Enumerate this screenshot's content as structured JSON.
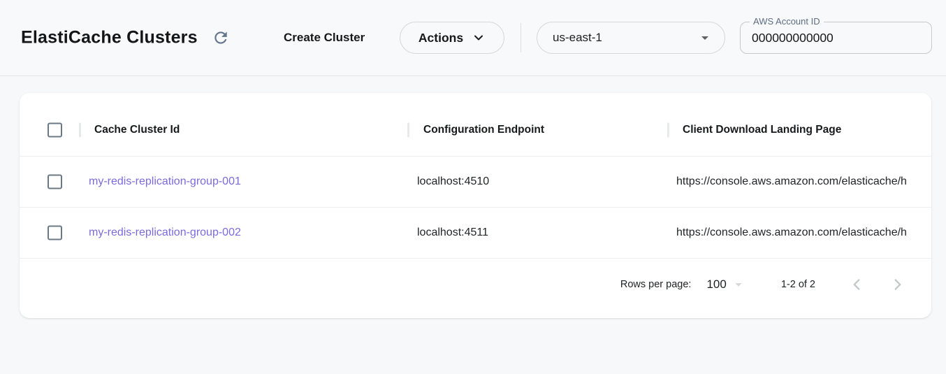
{
  "header": {
    "title": "ElastiCache Clusters",
    "create_cluster_label": "Create Cluster",
    "actions_label": "Actions",
    "region_selected": "us-east-1",
    "account_id_label": "AWS Account ID",
    "account_id_value": "000000000000"
  },
  "table": {
    "columns": [
      "Cache Cluster Id",
      "Configuration Endpoint",
      "Client Download Landing Page"
    ],
    "rows": [
      {
        "cache_cluster_id": "my-redis-replication-group-001",
        "configuration_endpoint": "localhost:4510",
        "client_download_landing_page": "https://console.aws.amazon.com/elasticache/h"
      },
      {
        "cache_cluster_id": "my-redis-replication-group-002",
        "configuration_endpoint": "localhost:4511",
        "client_download_landing_page": "https://console.aws.amazon.com/elasticache/h"
      }
    ]
  },
  "pagination": {
    "rows_per_page_label": "Rows per page:",
    "rows_per_page_value": "100",
    "range_label": "1-2 of 2"
  },
  "icons": {
    "refresh": "circular-arrow-clockwise",
    "actions_caret": "chevron-down",
    "region_caret": "triangle-down",
    "rows_per_page_caret": "triangle-down",
    "previous_page": "chevron-left",
    "next_page": "chevron-right"
  },
  "colors": {
    "link": "#7c6adc",
    "slate_icon": "#64748b",
    "muted_chevron": "#c5c7ca",
    "page_background": "#f7f8f9",
    "card_background": "#ffffff",
    "toolbar_border": "#e3e5e8",
    "checkbox_border": "#6b7886",
    "label_blue_gray": "#5d6d82"
  }
}
